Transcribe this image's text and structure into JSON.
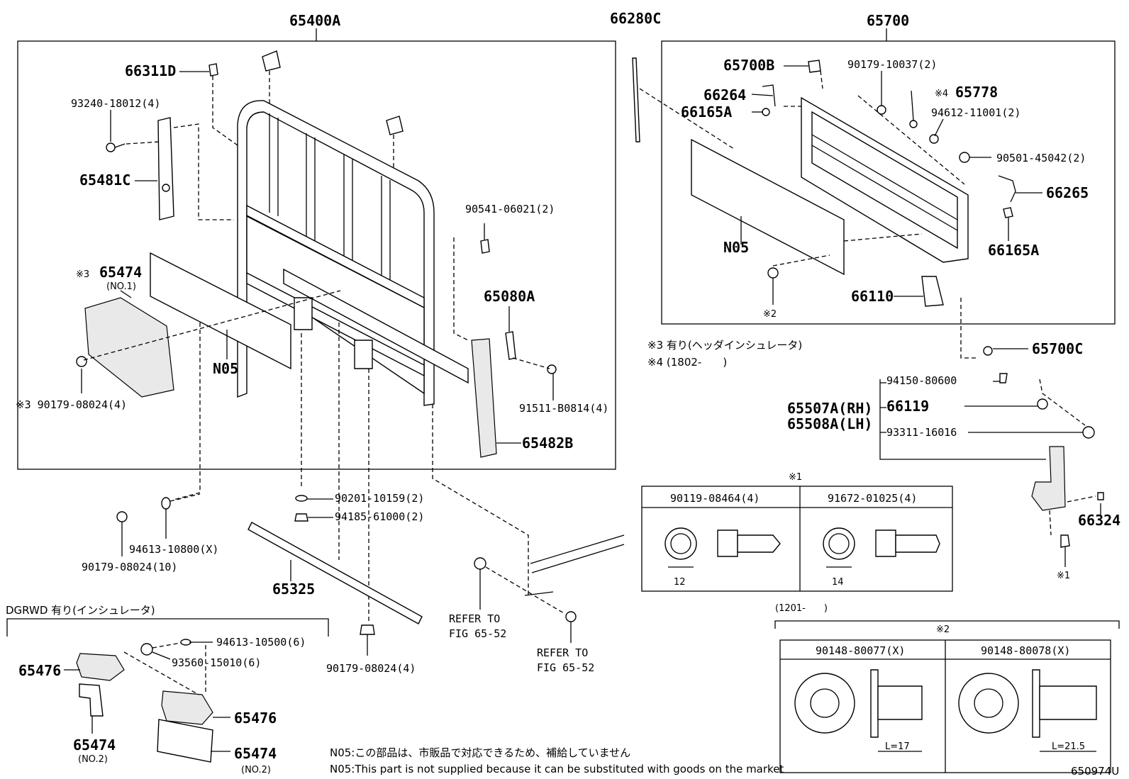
{
  "diagram_code": "650974U",
  "groups": {
    "cab_guard": "65400A",
    "chain": "66280C",
    "tailgate": "65700"
  },
  "labels": {
    "p66311D": "66311D",
    "p93240": "93240-18012(4)",
    "p65481C": "65481C",
    "p65474_no1_mark": "※3",
    "p65474_no1": "65474",
    "p65474_no1_sub": "(NO.1)",
    "p90179_08024_4a": "※3 90179-08024(4)",
    "pN05_left": "N05",
    "p90541": "90541-06021(2)",
    "p65080A": "65080A",
    "p91511": "91511-B0814(4)",
    "p65482B": "65482B",
    "p65700B": "65700B",
    "p90179_10037": "90179-10037(2)",
    "p66264": "66264",
    "p65778_mark": "※4",
    "p65778": "65778",
    "p66165A_top": "66165A",
    "p94612": "94612-11001(2)",
    "p90501": "90501-45042(2)",
    "p66265": "66265",
    "pN05_right": "N05",
    "p66165A_bot": "66165A",
    "p66110": "66110",
    "p_note2_mark": "※2",
    "p65700C": "65700C",
    "p94150": "94150-80600",
    "p65507A": "65507A(RH)",
    "p66119": "66119",
    "p65508A": "65508A(LH)",
    "p93311": "93311-16016",
    "p66324": "66324",
    "p_note1_mark": "※1",
    "p90201": "90201-10159(2)",
    "p94185": "94185-61000(2)",
    "p94613_10800": "94613-10800(X)",
    "p90179_08024_10": "90179-08024(10)",
    "p65325": "65325",
    "p90179_08024_4b": "90179-08024(4)",
    "refer1_line1": "REFER TO",
    "refer1_line2": "FIG 65-52",
    "refer2_line1": "REFER TO",
    "refer2_line2": "FIG 65-52",
    "dgrwd_title": "DGRWD 有り(インシュレータ)",
    "p94613_10500": "94613-10500(6)",
    "p93560": "93560-15010(6)",
    "p65476_left": "65476",
    "p65476_right": "65476",
    "p65474_no2_left": "65474",
    "p65474_no2_left_sub": "(NO.2)",
    "p65474_no2_right": "65474",
    "p65474_no2_right_sub": "(NO.2)"
  },
  "footnotes": {
    "note3": "※3 有り(ヘッダインシュレータ)",
    "note4": "※4 (1802-　　)",
    "n05_jp": "N05:この部品は、市販品で対応できるため、補給していません",
    "n05_en": "N05:This part is not supplied because it can be substituted with goods on the market"
  },
  "table1": {
    "mark": "※1",
    "col1": "90119-08464(4)",
    "col2": "91672-01025(4)",
    "dim1": "12",
    "dim2": "14"
  },
  "table2": {
    "range": "(1201-　　)",
    "mark": "※2",
    "col1": "90148-80077(X)",
    "col2": "90148-80078(X)",
    "len1": "L=17",
    "len2": "L=21.5"
  }
}
